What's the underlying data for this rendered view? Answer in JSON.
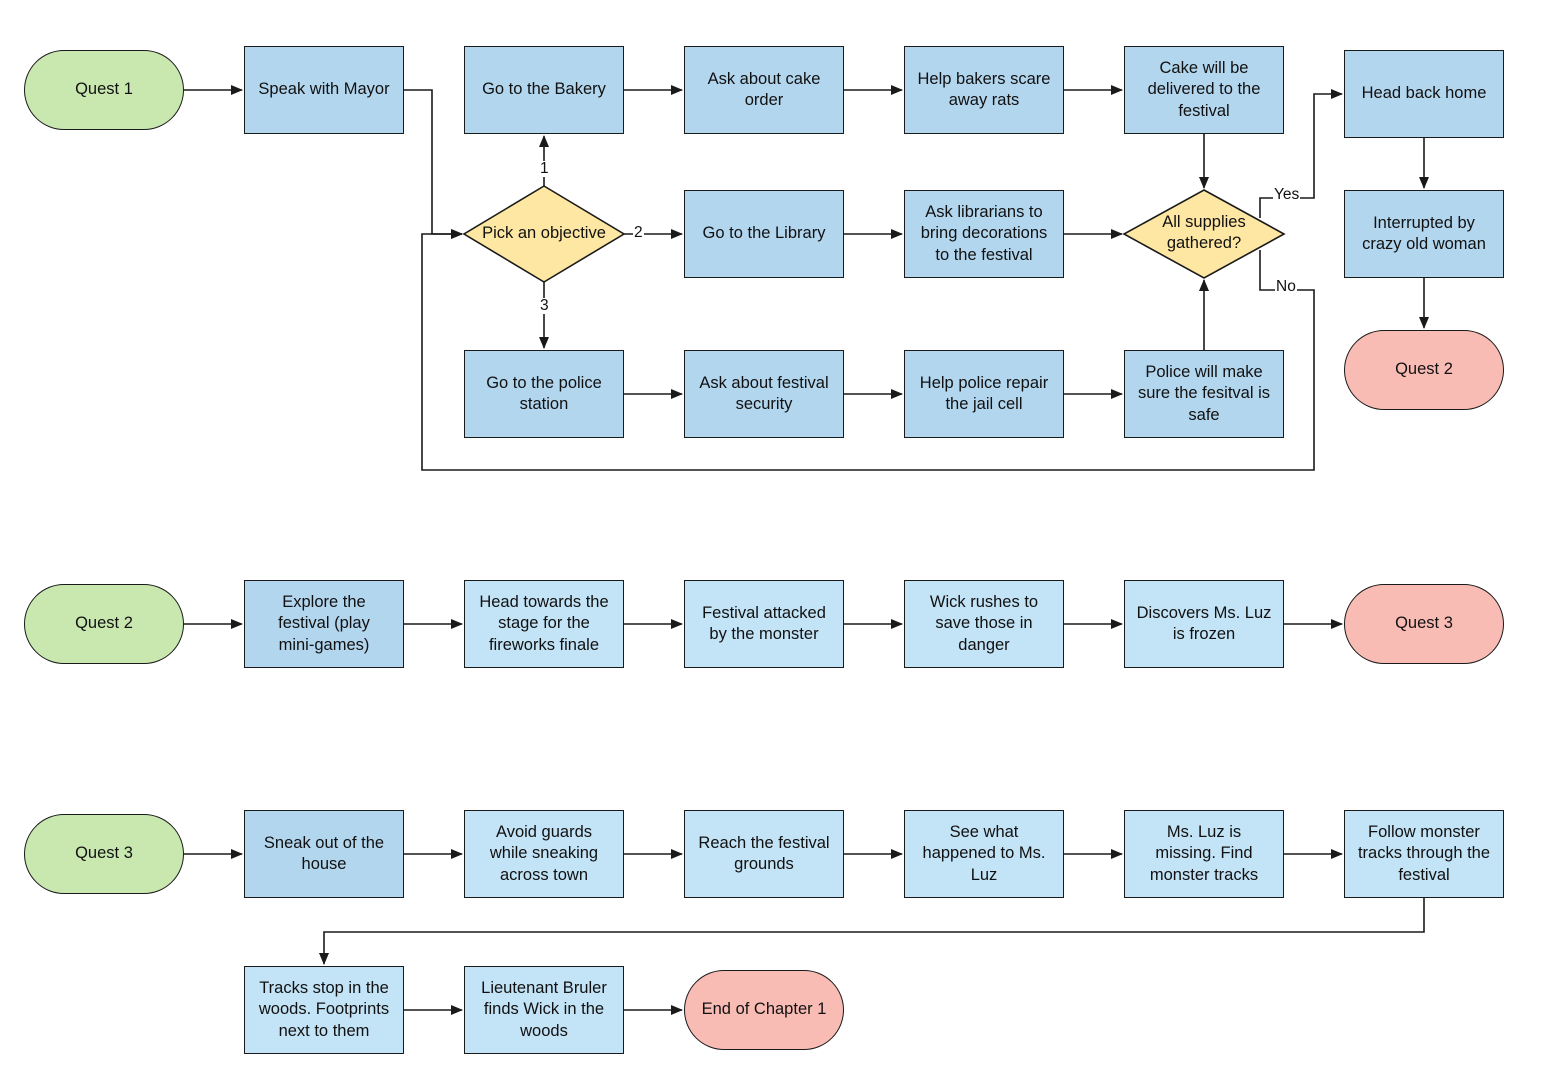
{
  "colors": {
    "process": "#b3d6ef",
    "process_light": "#c3e3f6",
    "start": "#c9e8b0",
    "end": "#f9bcb5",
    "decision": "#fde7a2",
    "stroke": "#1a1a1a"
  },
  "quest1": {
    "start": "Quest 1",
    "speak_mayor": "Speak with Mayor",
    "pick_objective": "Pick an objective",
    "bakery": "Go to the Bakery",
    "cake_order": "Ask about cake\norder",
    "bakers_rats": "Help bakers scare\naway rats",
    "cake_delivered": "Cake will be\ndelivered to the\nfestival",
    "library": "Go to the Library",
    "librarians": "Ask librarians to\nbring decorations\nto the festival",
    "police_station": "Go to the police\nstation",
    "festival_security": "Ask about festival\nsecurity",
    "jail_cell": "Help police repair\nthe jail cell",
    "police_safe": "Police will make\nsure the fesitval is\nsafe",
    "supplies_check": "All supplies\ngathered?",
    "head_home": "Head back home",
    "interrupted": "Interrupted by\ncrazy old woman",
    "next": "Quest 2",
    "label_1": "1",
    "label_2": "2",
    "label_3": "3",
    "label_yes": "Yes",
    "label_no": "No"
  },
  "quest2": {
    "start": "Quest 2",
    "explore": "Explore the\nfestival (play\nmini-games)",
    "stage": "Head towards the\nstage for the\nfireworks finale",
    "attacked": "Festival attacked\nby the monster",
    "wick_rushes": "Wick rushes to\nsave those in\ndanger",
    "luz_frozen": "Discovers Ms. Luz\nis frozen",
    "next": "Quest 3"
  },
  "quest3": {
    "start": "Quest 3",
    "sneak_out": "Sneak out of the\nhouse",
    "avoid_guards": "Avoid guards\nwhile sneaking\nacross town",
    "reach_grounds": "Reach the festival\ngrounds",
    "see_what": "See what\nhappened to Ms.\nLuz",
    "luz_missing": "Ms. Luz is\nmissing. Find\nmonster tracks",
    "follow_tracks": "Follow monster\ntracks through the\nfestival",
    "tracks_stop": "Tracks stop in the\nwoods. Footprints\nnext to them",
    "bruler": "Lieutenant Bruler\nfinds Wick in the\nwoods",
    "end": "End of Chapter 1"
  }
}
